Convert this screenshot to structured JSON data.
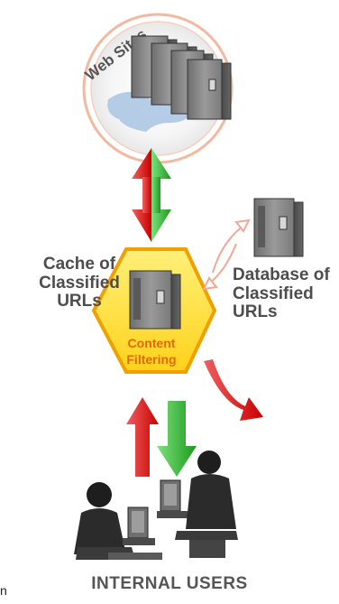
{
  "diagram": {
    "web_sites_label": "Web Sites",
    "cache_label": [
      "Cache of",
      "Classified",
      "URLs"
    ],
    "database_label": [
      "Database of",
      "Classified",
      "URLs"
    ],
    "content_filtering_label": [
      "Content",
      "Filtering"
    ],
    "internal_users_label": "INTERNAL USERS",
    "corner_mark": "n"
  },
  "colors": {
    "hexagon_fill": "#ffe24a",
    "hexagon_border": "#f0a000",
    "arrow_red": "#e01818",
    "arrow_green": "#2dba2d",
    "server_gray": "#8a8a8a",
    "text_gray": "#4d4d4d",
    "content_filtering_text": "#e06a00"
  }
}
